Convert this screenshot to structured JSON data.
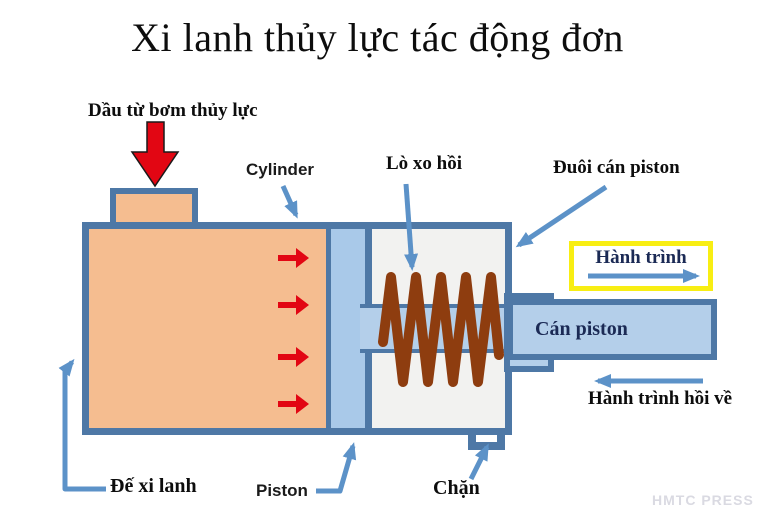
{
  "title": "Xi lanh thủy lực tác động đơn",
  "labels": {
    "oil_from_pump": "Dầu từ bơm thủy lực",
    "cylinder": "Cylinder",
    "return_spring": "Lò xo hồi",
    "piston_rod_tail": "Đuôi cán piston",
    "stroke": "Hành trình",
    "piston_rod": "Cán piston",
    "return_stroke": "Hành trình hồi về",
    "cylinder_base": "Đế xi lanh",
    "piston": "Piston",
    "stopper": "Chặn"
  },
  "watermark": "HMTC PRESS",
  "icons": {
    "oil-inlet-arrow": "red-down-arrow",
    "flow-arrow": "red-right-arrow",
    "stroke-arrow": "blue-right-arrow",
    "return-stroke-arrow": "blue-left-arrow",
    "pointer-line": "blue-callout-line-with-arrowhead"
  },
  "colors": {
    "outline_blue": "#4E78A6",
    "fill_orange": "#F5BD90",
    "fill_piston": "#A9C9E9",
    "fill_rod": "#B4CFEA",
    "chamber_white": "#F2F2F0",
    "spring_brown": "#8E3D0F",
    "arrow_red": "#E20613",
    "label_arrow_blue": "#5C92C8",
    "highlight_yellow": "#F8EE13",
    "text_dark": "#0D0D0D",
    "text_navy": "#1B2A55",
    "watermark_gray": "#DADAE2"
  }
}
